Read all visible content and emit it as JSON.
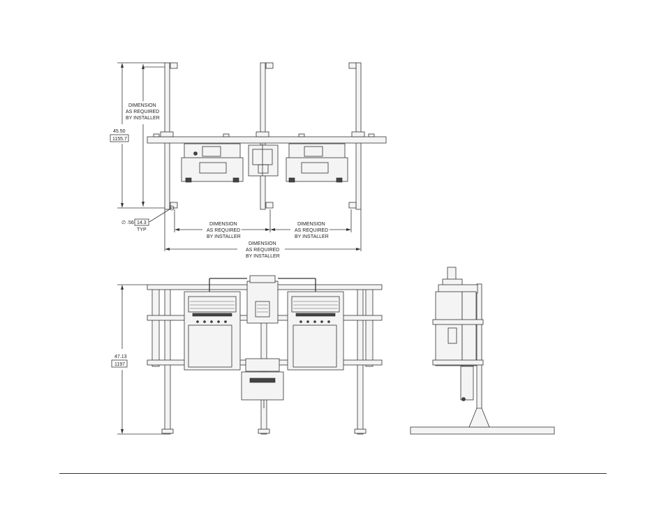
{
  "top_view": {
    "height_dim": "45.50",
    "height_dim_metric": "1155.7",
    "vertical_note": [
      "DIMENSION",
      "AS REQUIRED",
      "BY INSTALLER"
    ],
    "hole_dia": "∅ .56",
    "hole_dia_metric": "14.3",
    "hole_typ": "TYP",
    "spacing_note_left": [
      "DIMENSION",
      "AS REQUIRED",
      "BY INSTALLER"
    ],
    "spacing_note_right": [
      "DIMENSION",
      "AS REQUIRED",
      "BY INSTALLER"
    ],
    "overall_note": [
      "DIMENSION",
      "AS REQUIRED",
      "BY INSTALLER"
    ]
  },
  "front_view": {
    "height_dim": "47.13",
    "height_dim_metric": "1197"
  }
}
